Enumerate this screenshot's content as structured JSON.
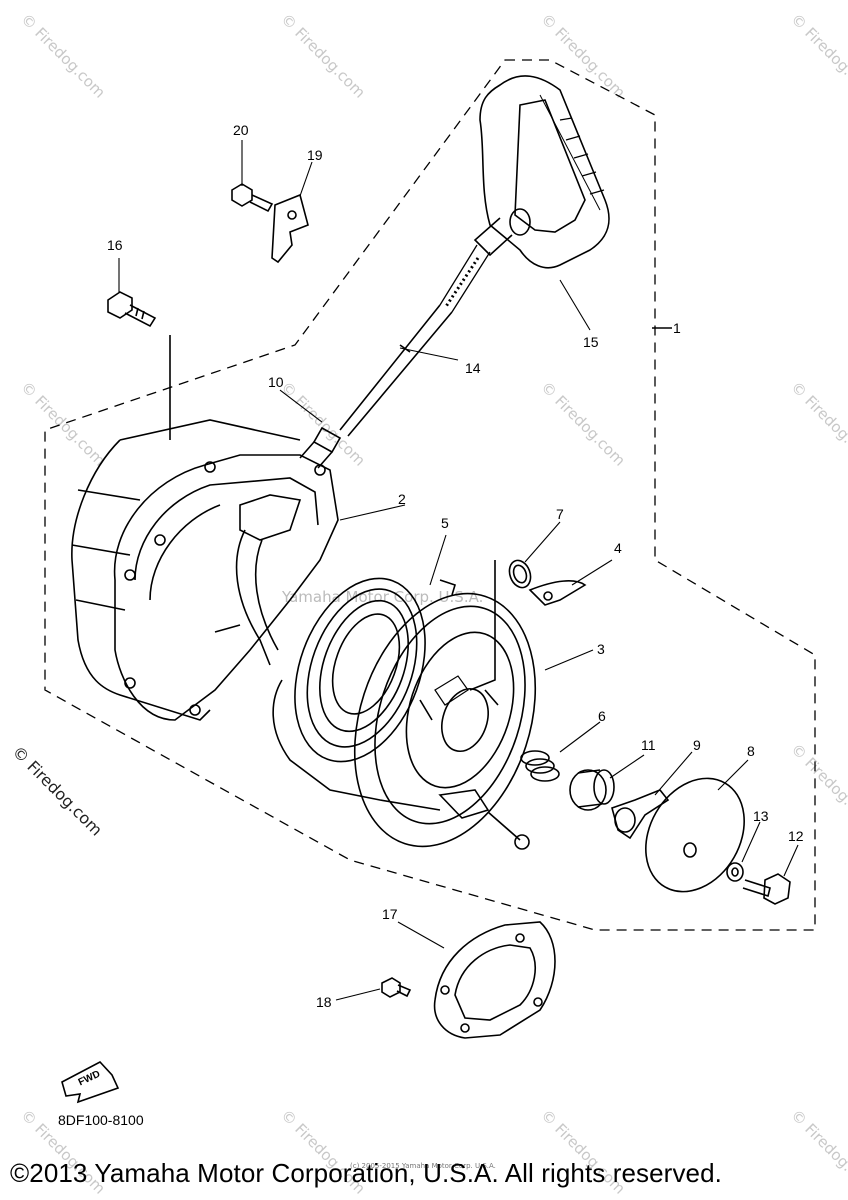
{
  "watermark": {
    "text": "© Firedog.com",
    "ghost_text": "Yamaha Motor Corp. U.S.A."
  },
  "side_watermark": "© Firedog.com",
  "callouts": {
    "p1": "1",
    "p2": "2",
    "p3": "3",
    "p4": "4",
    "p5": "5",
    "p6": "6",
    "p7": "7",
    "p8": "8",
    "p9": "9",
    "p10": "10",
    "p11": "11",
    "p12": "12",
    "p13": "13",
    "p14": "14",
    "p15": "15",
    "p16": "16",
    "p17": "17",
    "p18": "18",
    "p19": "19",
    "p20": "20"
  },
  "fwd_label": "FWD",
  "part_number": "8DF100-8100",
  "tiny_notice": "(c) 2005-2015 Yamaha Motor Corp. U.S.A.",
  "copyright": "©2013 Yamaha Motor Corporation, U.S.A. All rights reserved."
}
